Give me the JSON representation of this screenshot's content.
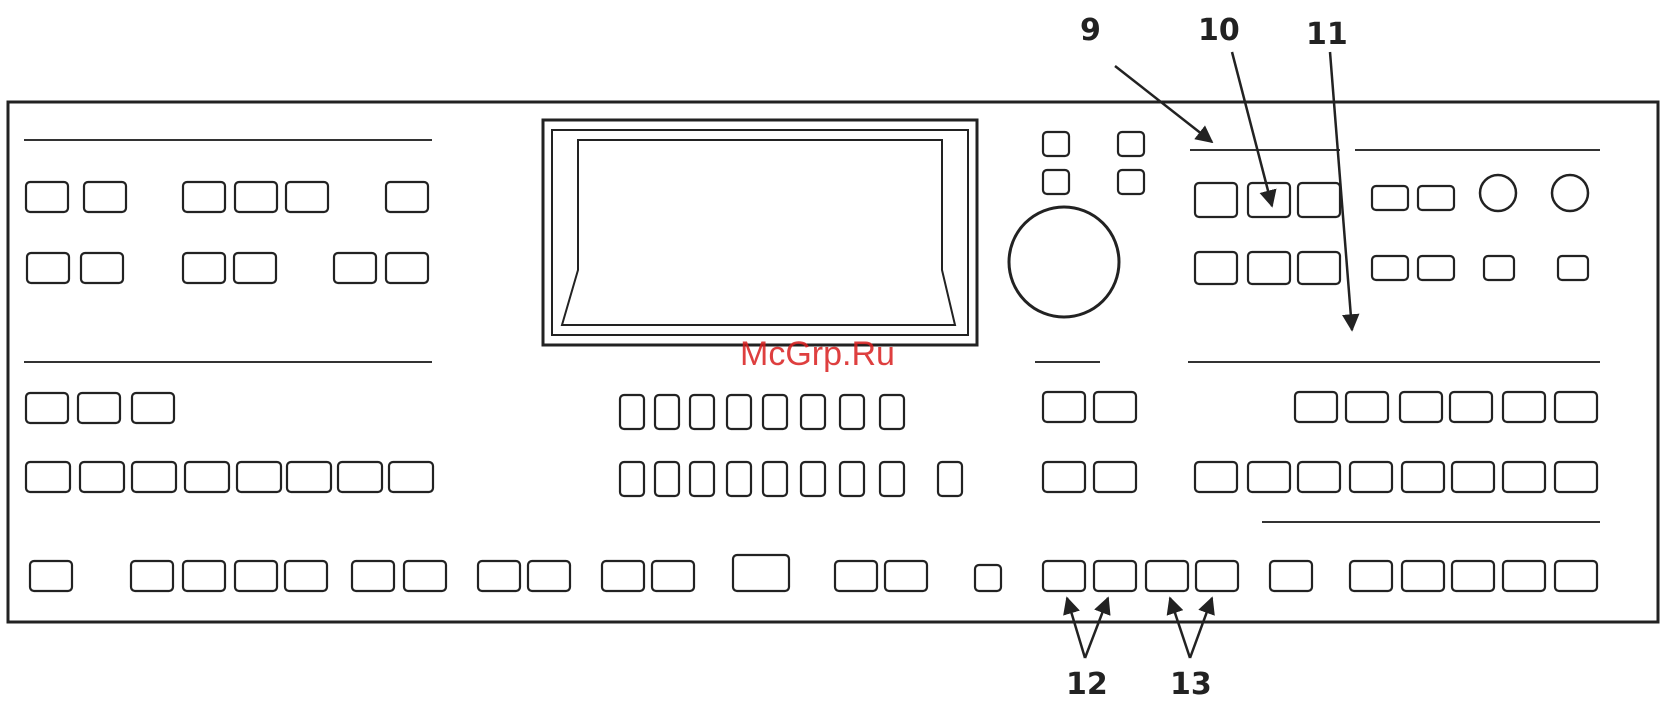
{
  "callouts": {
    "n9": "9",
    "n10": "10",
    "n11": "11",
    "n12": "12",
    "n13": "13"
  },
  "watermark": "McGrp.Ru",
  "colors": {
    "line": "#222222",
    "watermark": "#d91e1e",
    "background": "#ffffff"
  }
}
